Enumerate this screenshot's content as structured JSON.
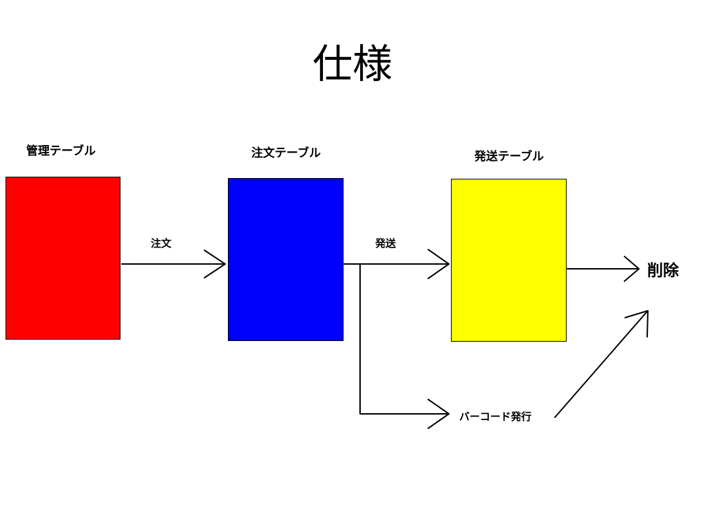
{
  "title": "仕様",
  "tables": [
    {
      "label": "管理テーブル",
      "color": "#ff0000"
    },
    {
      "label": "注文テーブル",
      "color": "#0000ff"
    },
    {
      "label": "発送テーブル",
      "color": "#ffff00"
    }
  ],
  "edges": {
    "order": "注文",
    "ship": "発送",
    "barcode": "バーコード発行",
    "delete": "削除"
  }
}
